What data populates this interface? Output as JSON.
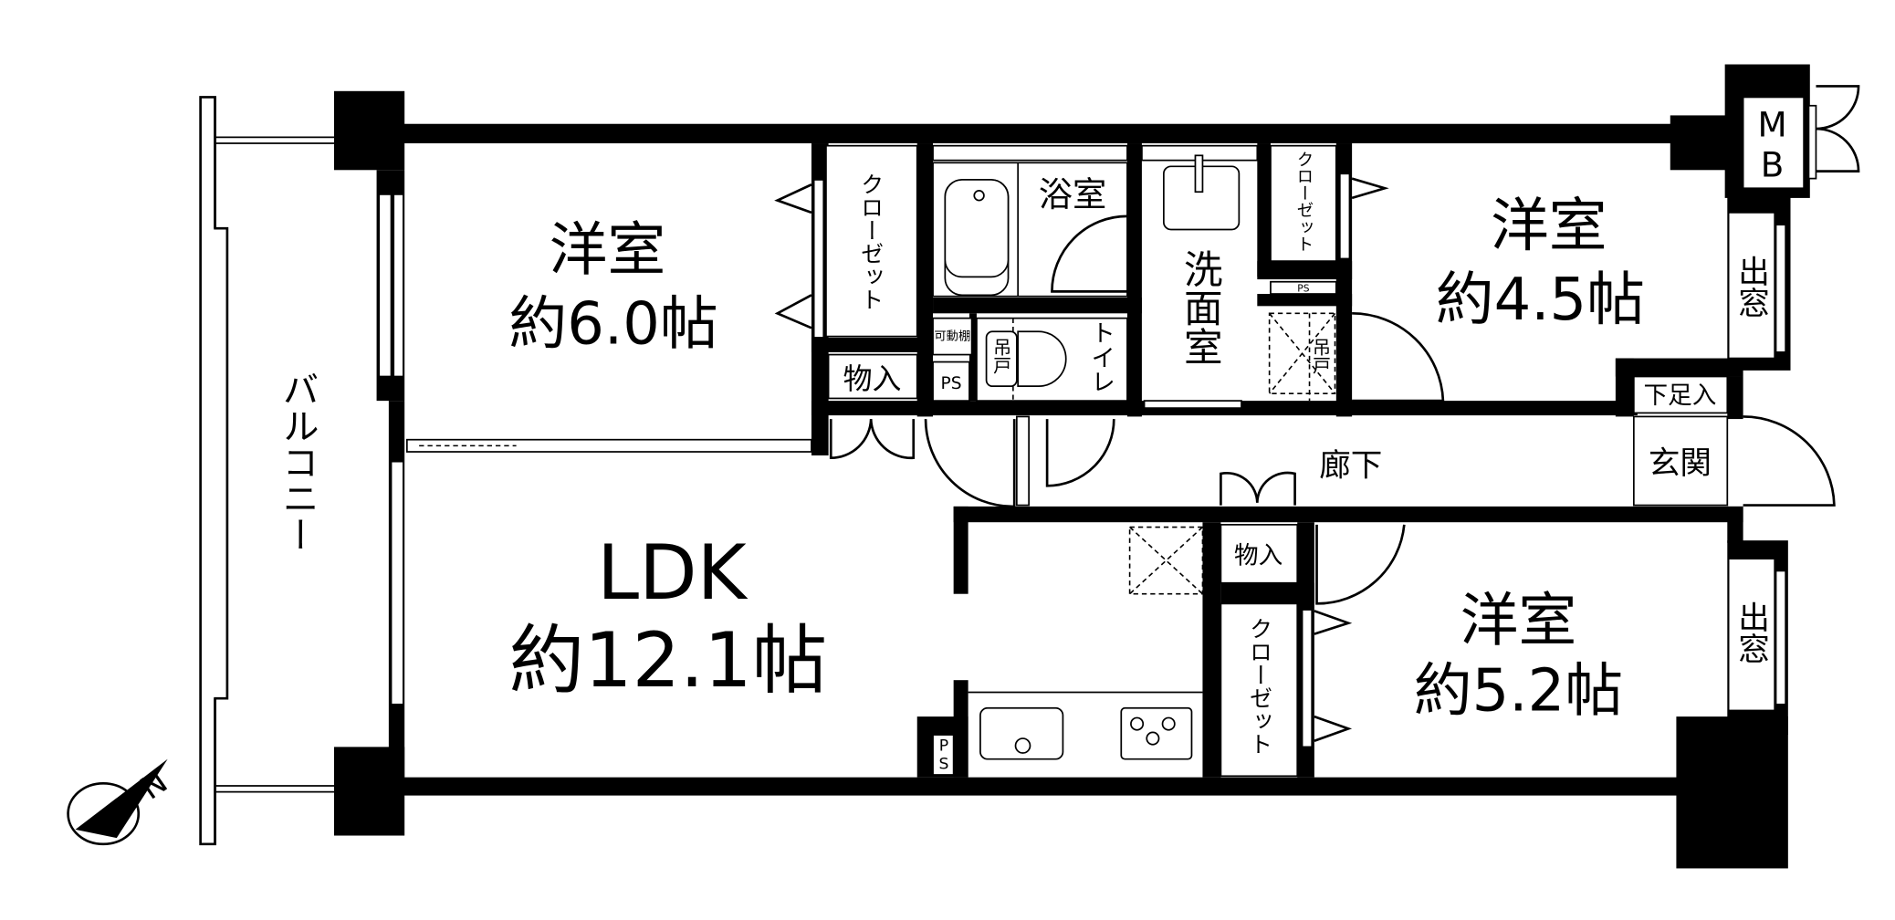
{
  "rooms": {
    "western_6": {
      "name": "洋室",
      "size": "約6.0帖"
    },
    "western_45": {
      "name": "洋室",
      "size": "約4.5帖"
    },
    "western_52": {
      "name": "洋室",
      "size": "約5.2帖"
    },
    "ldk": {
      "name": "LDK",
      "size": "約12.1帖"
    }
  },
  "labels": {
    "balcony": "バルコニー",
    "bathroom": "浴室",
    "washroom": "洗面室",
    "toilet": "トイレ",
    "hallway": "廊下",
    "entrance": "玄関",
    "shoe_storage": "下足入",
    "meter_box": "MB",
    "bay_window_1": "出窓",
    "bay_window_2": "出窓",
    "closet_1": "クローゼット",
    "closet_2": "クローゼット",
    "closet_3": "クローゼット",
    "storage_1": "物入",
    "storage_2": "物入",
    "hanging_cabinet_1": "吊戸",
    "hanging_cabinet_2": "吊戸",
    "movable_shelf": "可動棚",
    "ps_1": "PS",
    "ps_2": "PS",
    "ps_3": "PS",
    "north": "N"
  }
}
